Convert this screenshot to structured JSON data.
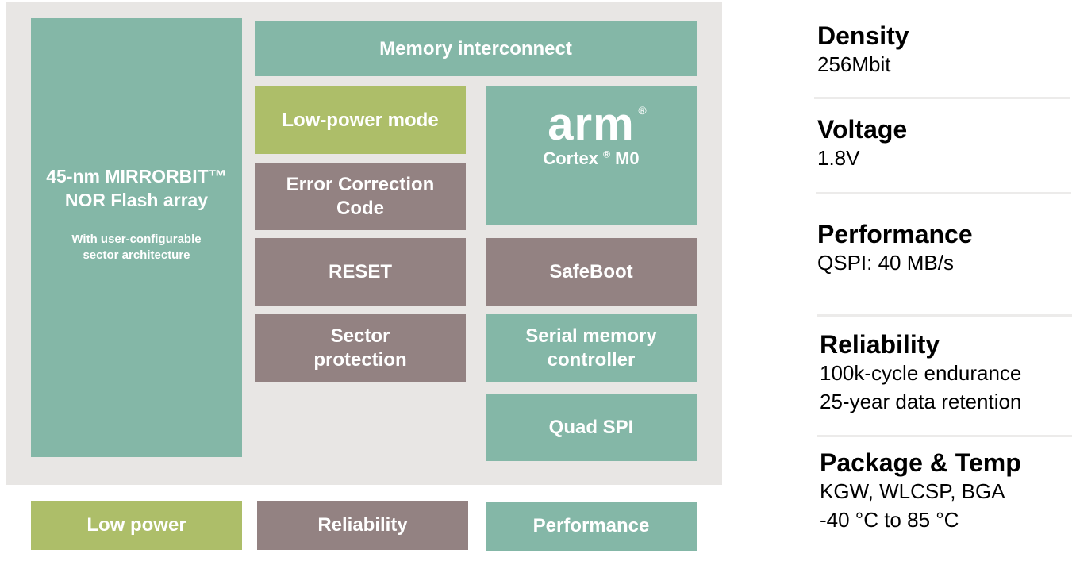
{
  "diagram": {
    "flash_array": {
      "title_line1": "45-nm MIRRORBIT™",
      "title_line2": "NOR Flash array",
      "subtitle_line1": "With user-configurable",
      "subtitle_line2": "sector architecture"
    },
    "memory_interconnect": "Memory interconnect",
    "low_power_mode": "Low-power mode",
    "error_correction": {
      "line1": "Error Correction",
      "line2": "Code"
    },
    "reset": "RESET",
    "sector_protection": {
      "line1": "Sector",
      "line2": "protection"
    },
    "arm_core": {
      "logo": "arm",
      "reg": "®",
      "core_name": "Cortex",
      "core_reg": "®",
      "core_model": "M0"
    },
    "safeboot": "SafeBoot",
    "serial_memory_controller": {
      "line1": "Serial memory",
      "line2": "controller"
    },
    "quad_spi": "Quad SPI"
  },
  "legend": {
    "low_power": "Low power",
    "reliability": "Reliability",
    "performance": "Performance"
  },
  "colors": {
    "teal": "#84b7a7",
    "mauve": "#938282",
    "green": "#adbe69",
    "panel_bg": "#e8e6e4"
  },
  "specs": [
    {
      "label": "Density",
      "values": [
        "256Mbit"
      ]
    },
    {
      "label": "Voltage",
      "values": [
        "1.8V"
      ]
    },
    {
      "label": "Performance",
      "values": [
        "QSPI: 40 MB/s"
      ]
    },
    {
      "label": "Reliability",
      "values": [
        "100k-cycle endurance",
        "25-year data retention"
      ]
    },
    {
      "label": "Package & Temp",
      "values": [
        "KGW, WLCSP, BGA",
        "-40 °C to 85 °C"
      ]
    }
  ]
}
